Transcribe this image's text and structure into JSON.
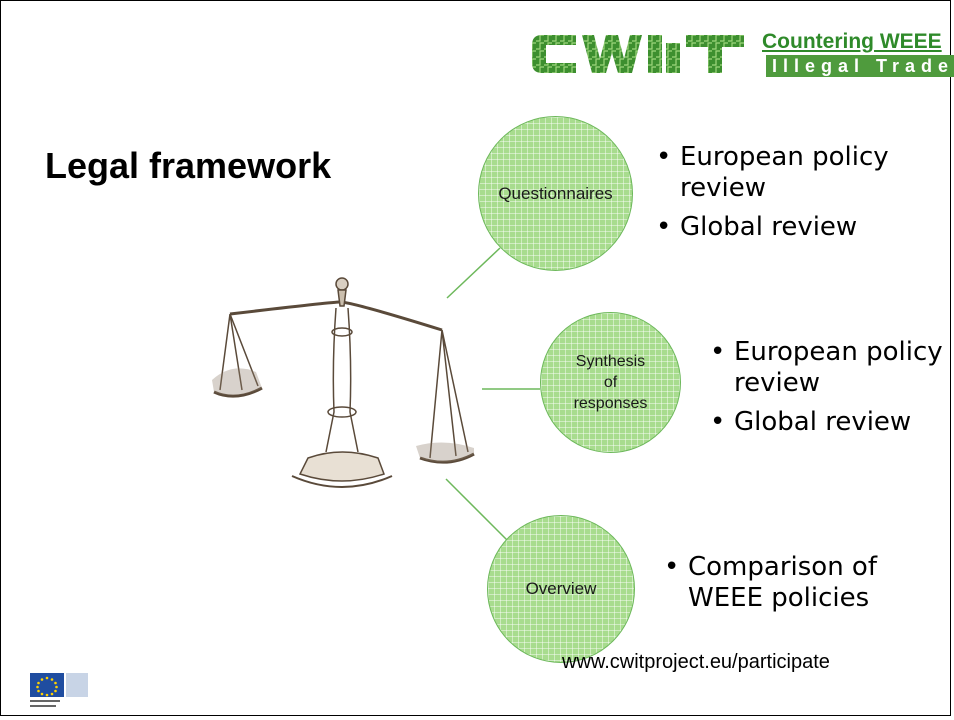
{
  "logo": {
    "name_line1": "Countering WEEE",
    "name_line2": "Illegal Trade"
  },
  "title": "Legal framework",
  "nodes": [
    {
      "label": "Questionnaires",
      "bullets": [
        "European policy review",
        "Global review"
      ]
    },
    {
      "label": "Synthesis of responses",
      "label_lines": [
        "Synthesis",
        "of",
        "responses"
      ],
      "bullets": [
        "European policy review",
        "Global review"
      ]
    },
    {
      "label": "Overview",
      "bullets": [
        "Comparison of WEEE policies"
      ]
    }
  ],
  "footer": {
    "url": "www.cwitproject.eu/participate"
  },
  "colors": {
    "circle_fill": "#a8dc8e",
    "connector": "#6db85b",
    "logo_green": "#2f8a2a"
  }
}
